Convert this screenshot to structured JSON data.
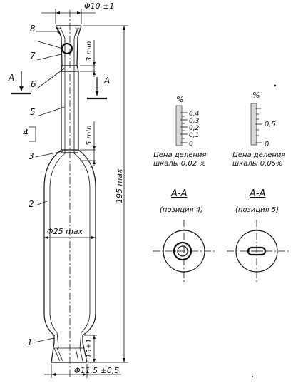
{
  "dims": {
    "top_diameter": "Φ10 ±1",
    "bottom_diameter": "Φ11,5 ±0,5",
    "body_diameter": "Φ25 max",
    "total_length": "195 max",
    "gap_upper": "3 min",
    "gap_lower": "5 min",
    "bottom_height": "15±1"
  },
  "part_labels": [
    "1",
    "2",
    "3",
    "4",
    "5",
    "6",
    "7",
    "8"
  ],
  "section_letter": "A",
  "scales": {
    "left": {
      "unit": "%",
      "marks": [
        "0,4",
        "0,3",
        "0,2",
        "0,1",
        "0"
      ],
      "caption1": "Цена деления",
      "caption2": "шкалы 0,02 %"
    },
    "right": {
      "unit": "%",
      "marks": [
        "0,5",
        "0"
      ],
      "caption1": "Цена деления",
      "caption2": "шкалы 0,05%"
    }
  },
  "sections": [
    {
      "title": "A-A",
      "subtitle": "(позиция 4)"
    },
    {
      "title": "A-A",
      "subtitle": "(позиция 5)"
    }
  ]
}
